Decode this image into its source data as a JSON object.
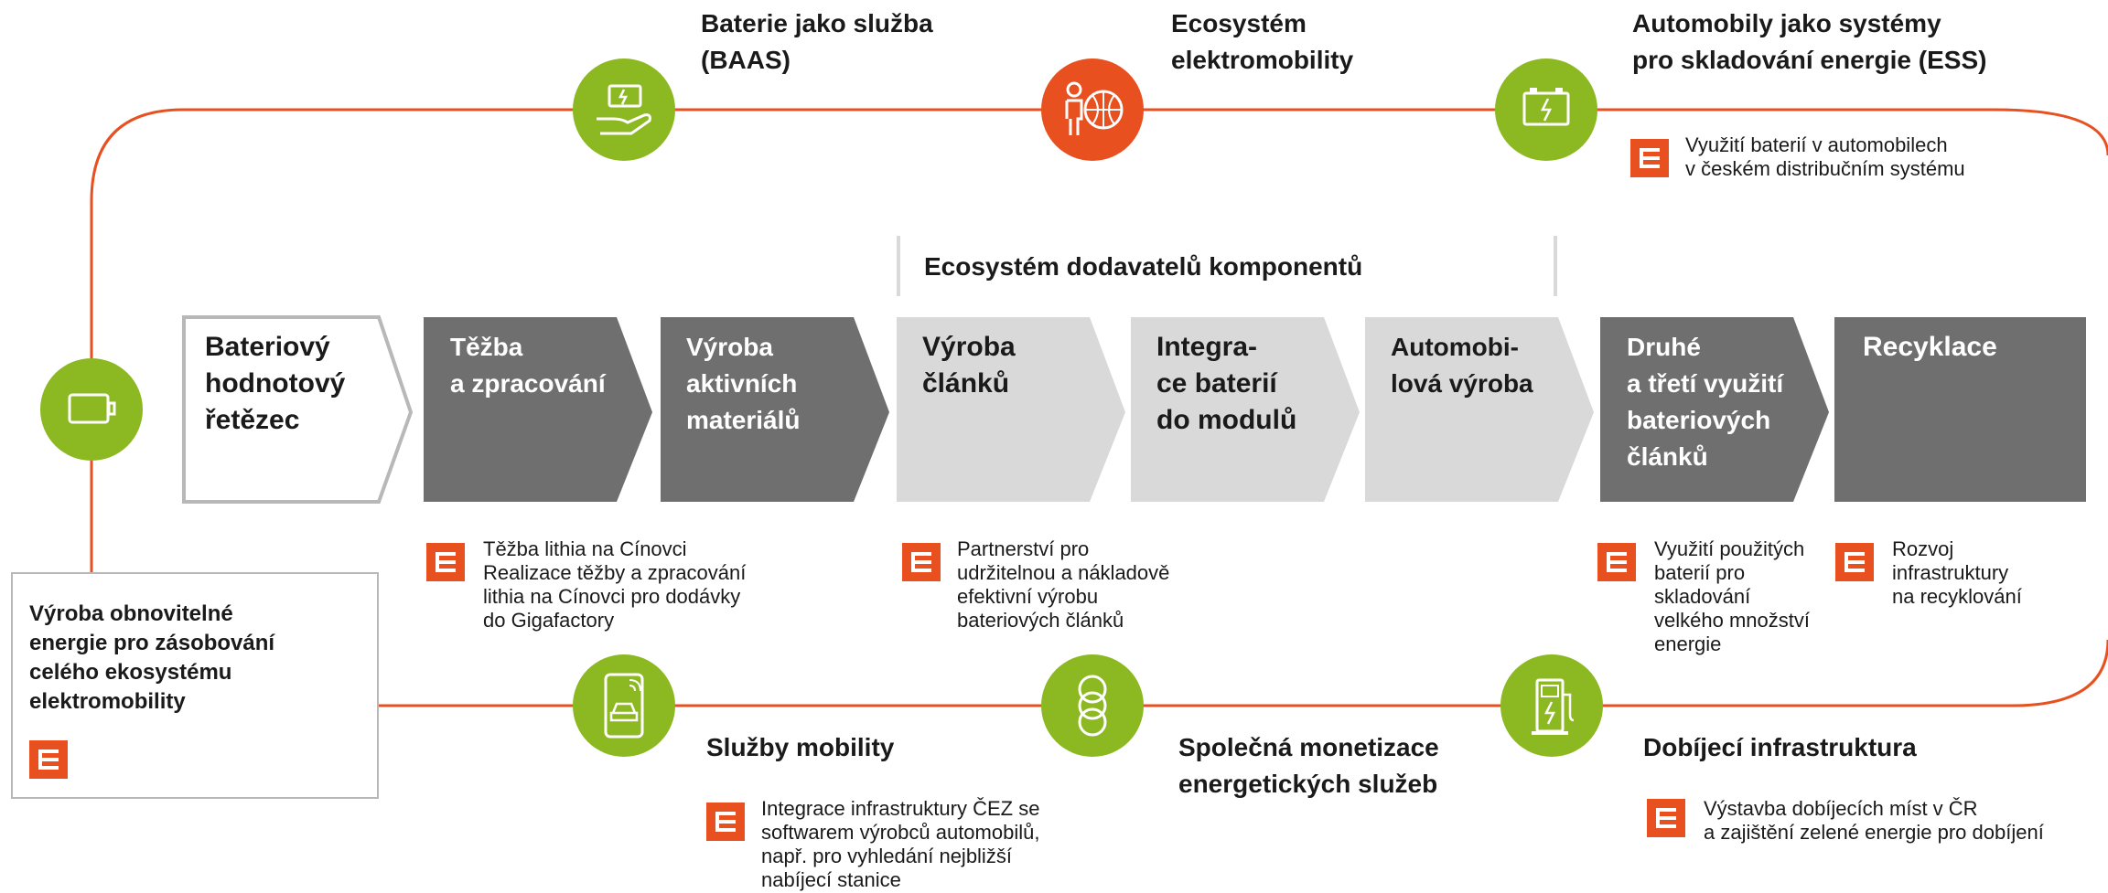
{
  "colors": {
    "accent_orange": "#e8501f",
    "accent_green": "#8cb822",
    "dark_grey": "#6f6f70",
    "light_grey": "#d9d9da"
  },
  "value_chain": {
    "head": "Bateriový\nhodnotový\nřetězec",
    "supplier_ecosystem": "Ecosystém dodavatelů komponentů",
    "stages": [
      {
        "label": "Těžba\na zpracování"
      },
      {
        "label": "Výroba\naktivních\nmateriálů"
      },
      {
        "label": "Výroba\nčlánků"
      },
      {
        "label": "Integra-\nce baterií\ndo modulů"
      },
      {
        "label": "Automobi-\nlová výroba"
      },
      {
        "label": "Druhé\na třetí využití\nbateriových\nčlánků"
      },
      {
        "label": "Recyklace"
      }
    ]
  },
  "stage_notes": [
    {
      "text": "Těžba lithia na Cínovci\nRealizace těžby a zpracování\nlithia na Cínovci pro dodávky\ndo Gigafactory"
    },
    {
      "text": "Partnerství pro\nudržitelnou a nákladově\nefektivní výrobu\nbateriových článků"
    },
    {
      "text": "Využití použitých\nbaterií pro\nskladování\nvelkého množství\nenergie"
    },
    {
      "text": "Rozvoj\ninfrastruktury\nna recyklování"
    }
  ],
  "top_services": [
    {
      "title": "Baterie jako služba\n(BAAS)",
      "icon": "battery-hand-icon"
    },
    {
      "title": "Ecosystém\nelektromobility",
      "icon": "person-globe-icon"
    },
    {
      "title": "Automobily jako systémy\npro skladování energie (ESS)",
      "icon": "car-battery-icon",
      "note": "Využití baterií v automobilech\nv českém distribučním systému"
    }
  ],
  "bottom_services": [
    {
      "title": "Služby mobility",
      "icon": "phone-car-icon",
      "note": "Integrace infrastruktury ČEZ se\nsoftwarem výrobců automobilů,\nnapř. pro vyhledání nejbližší\nnabíjecí stanice"
    },
    {
      "title": "Společná monetizace\nenergetických služeb",
      "icon": "coins-stack-icon"
    },
    {
      "title": "Dobíjecí infrastruktura",
      "icon": "charging-station-icon",
      "note": "Výstavba dobíjecích míst v ČR\na zajištění zelené energie pro dobíjení"
    }
  ],
  "left_panel": {
    "title": "Výroba obnovitelné\nenergie pro zásobování\ncelého ekosystému\nelektromobility",
    "icon": "battery-icon"
  }
}
